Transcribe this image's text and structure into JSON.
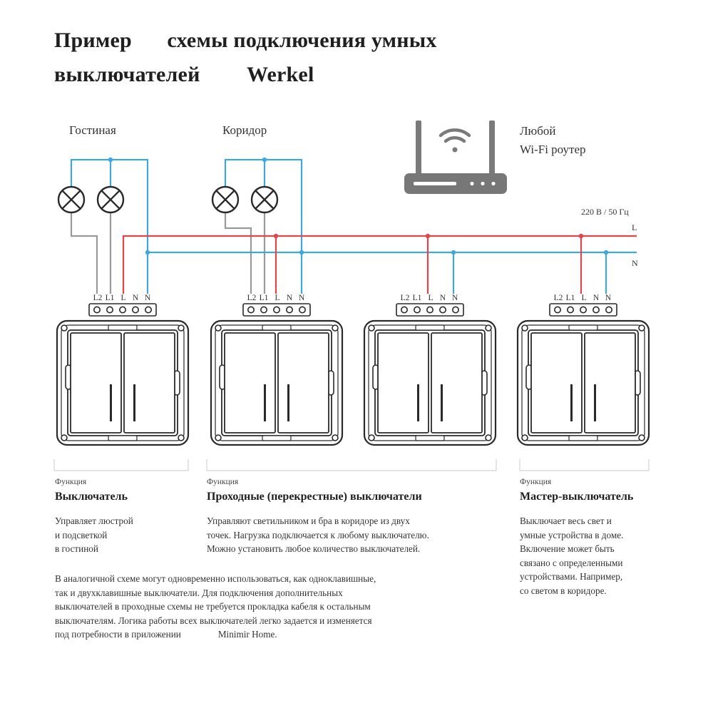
{
  "title": {
    "line1_a": "Пример",
    "line1_b": "схемы подключения умных",
    "line2_a": "выключателей",
    "line2_b": "Werkel"
  },
  "rooms": {
    "living": "Гостиная",
    "corridor": "Коридор"
  },
  "router": {
    "line1": "Любой",
    "line2": "Wi-Fi  роутер"
  },
  "power": {
    "voltage": "220 В / 50 Гц",
    "line_l": "L",
    "line_n": "N"
  },
  "terminal_labels": {
    "l2": "L2",
    "l1": "L1",
    "l": "L",
    "n1": "N",
    "n2": "N"
  },
  "functions": [
    {
      "label": "Функция",
      "name": "Выключатель",
      "lines": [
        "Управляет люстрой",
        "и подсветкой",
        "в гостиной"
      ]
    },
    {
      "label": "Функция",
      "name": "Проходные (перекрестные) выключатели",
      "lines": [
        "Управляют светильником и бра в коридоре из двух",
        "точек. Нагрузка подключается к любому выключателю.",
        "Можно установить любое количество выключателей."
      ]
    },
    {
      "label": "Функция",
      "name": "Мастер-выключатель",
      "lines": [
        "Выключает весь свет и",
        "умные устройства в доме.",
        "Включение может быть",
        "связано с определенными",
        "устройствами. Например,",
        "со светом в коридоре."
      ]
    }
  ],
  "note": {
    "lines": [
      "В аналогичной схеме могут одновременно использоваться, как одноклавишные,",
      "так и двухклавишные выключатели. Для подключения дополнительных",
      "выключателей в проходные схемы не требуется прокладка кабеля к остальным",
      "выключателям. Логика работы всех выключателей легко задается и изменяется",
      "под потребности в приложении"
    ],
    "app_name": "Minimir Home."
  },
  "colors": {
    "phase": "#e0474c",
    "neutral": "#3fa7dd",
    "load": "#9a9a9a",
    "outline": "#2a2a2a",
    "router": "#777777"
  }
}
